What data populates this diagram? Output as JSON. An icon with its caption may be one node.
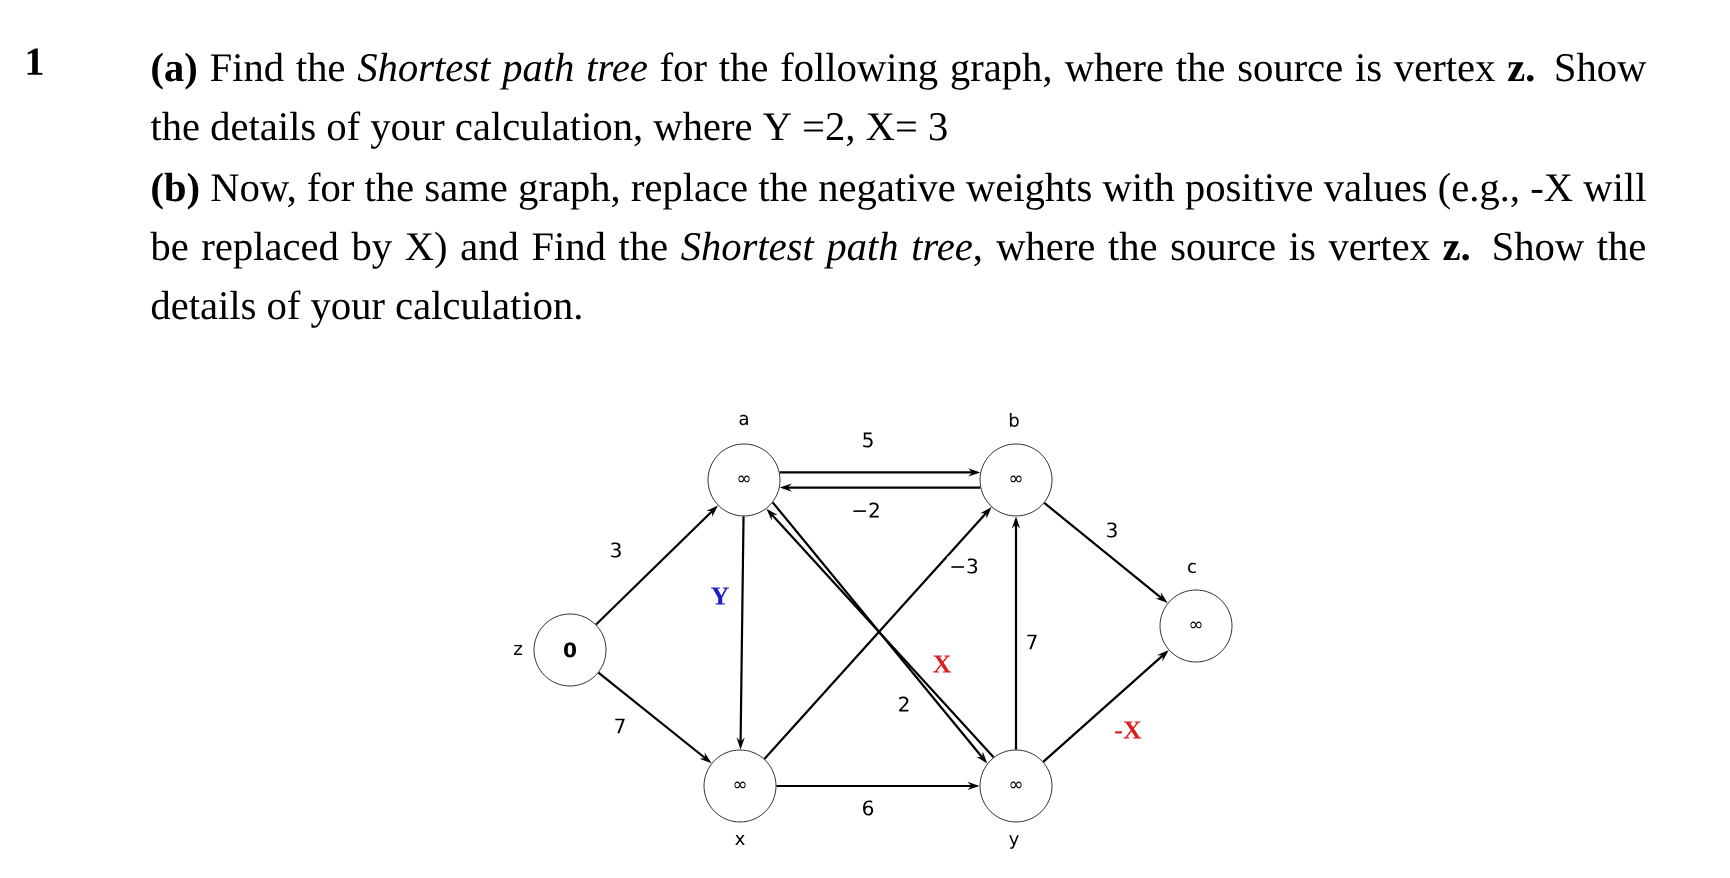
{
  "diagram": {
    "nodes": [
      {
        "text": [
          "0"
        ],
        "beside": [
          "z"
        ]
      },
      {
        "text": [
          "∞"
        ],
        "beside": [
          "a"
        ]
      },
      {
        "text": [
          "∞"
        ],
        "beside": [
          "x"
        ]
      },
      {
        "text": [
          "∞"
        ],
        "beside": [
          "b"
        ]
      },
      {
        "text": [
          "∞"
        ],
        "beside": [
          "y"
        ]
      },
      {
        "text": [
          "∞"
        ],
        "beside": [
          "c"
        ]
      }
    ],
    "edges": [
      {
        "from": 0,
        "to": 1,
        "arrow": "to",
        "label": "3"
      },
      {
        "from": 0,
        "to": 2,
        "arrow": "to",
        "label": "7"
      },
      {
        "from": 1,
        "to": 3,
        "arrow": "to",
        "label": "5"
      },
      {
        "from": 3,
        "to": 1,
        "arrow": "to",
        "label": "−2"
      },
      {
        "from": 1,
        "to": 2,
        "arrow": "to",
        "label": "Y"
      },
      {
        "from": 2,
        "to": 3,
        "arrow": "to",
        "label": "−3"
      },
      {
        "from": 1,
        "to": 4,
        "arrow": "to",
        "label": "X"
      },
      {
        "from": 4,
        "to": 1,
        "arrow": "to",
        "label": "2"
      },
      {
        "from": 2,
        "to": 4,
        "arrow": "to",
        "label": "6"
      },
      {
        "from": 4,
        "to": 3,
        "arrow": "to",
        "label": "7"
      },
      {
        "from": 3,
        "to": 5,
        "arrow": "to",
        "label": "3"
      },
      {
        "from": 4,
        "to": 5,
        "arrow": "to",
        "label": "-X"
      }
    ],
    "labels": [
      "1",
      "**(a)** Find the *Shortest path tree* for the following graph, where the source is vertex **z.** Show the details of your calculation, where Y =2, X= 3",
      "**(b)** Now, for the same graph, replace the negative weights with positive values (e.g., -X will be replaced by X) and Find the *Shortest path tree*, where the source is vertex **z.** Show the details of your calculation."
    ]
  }
}
